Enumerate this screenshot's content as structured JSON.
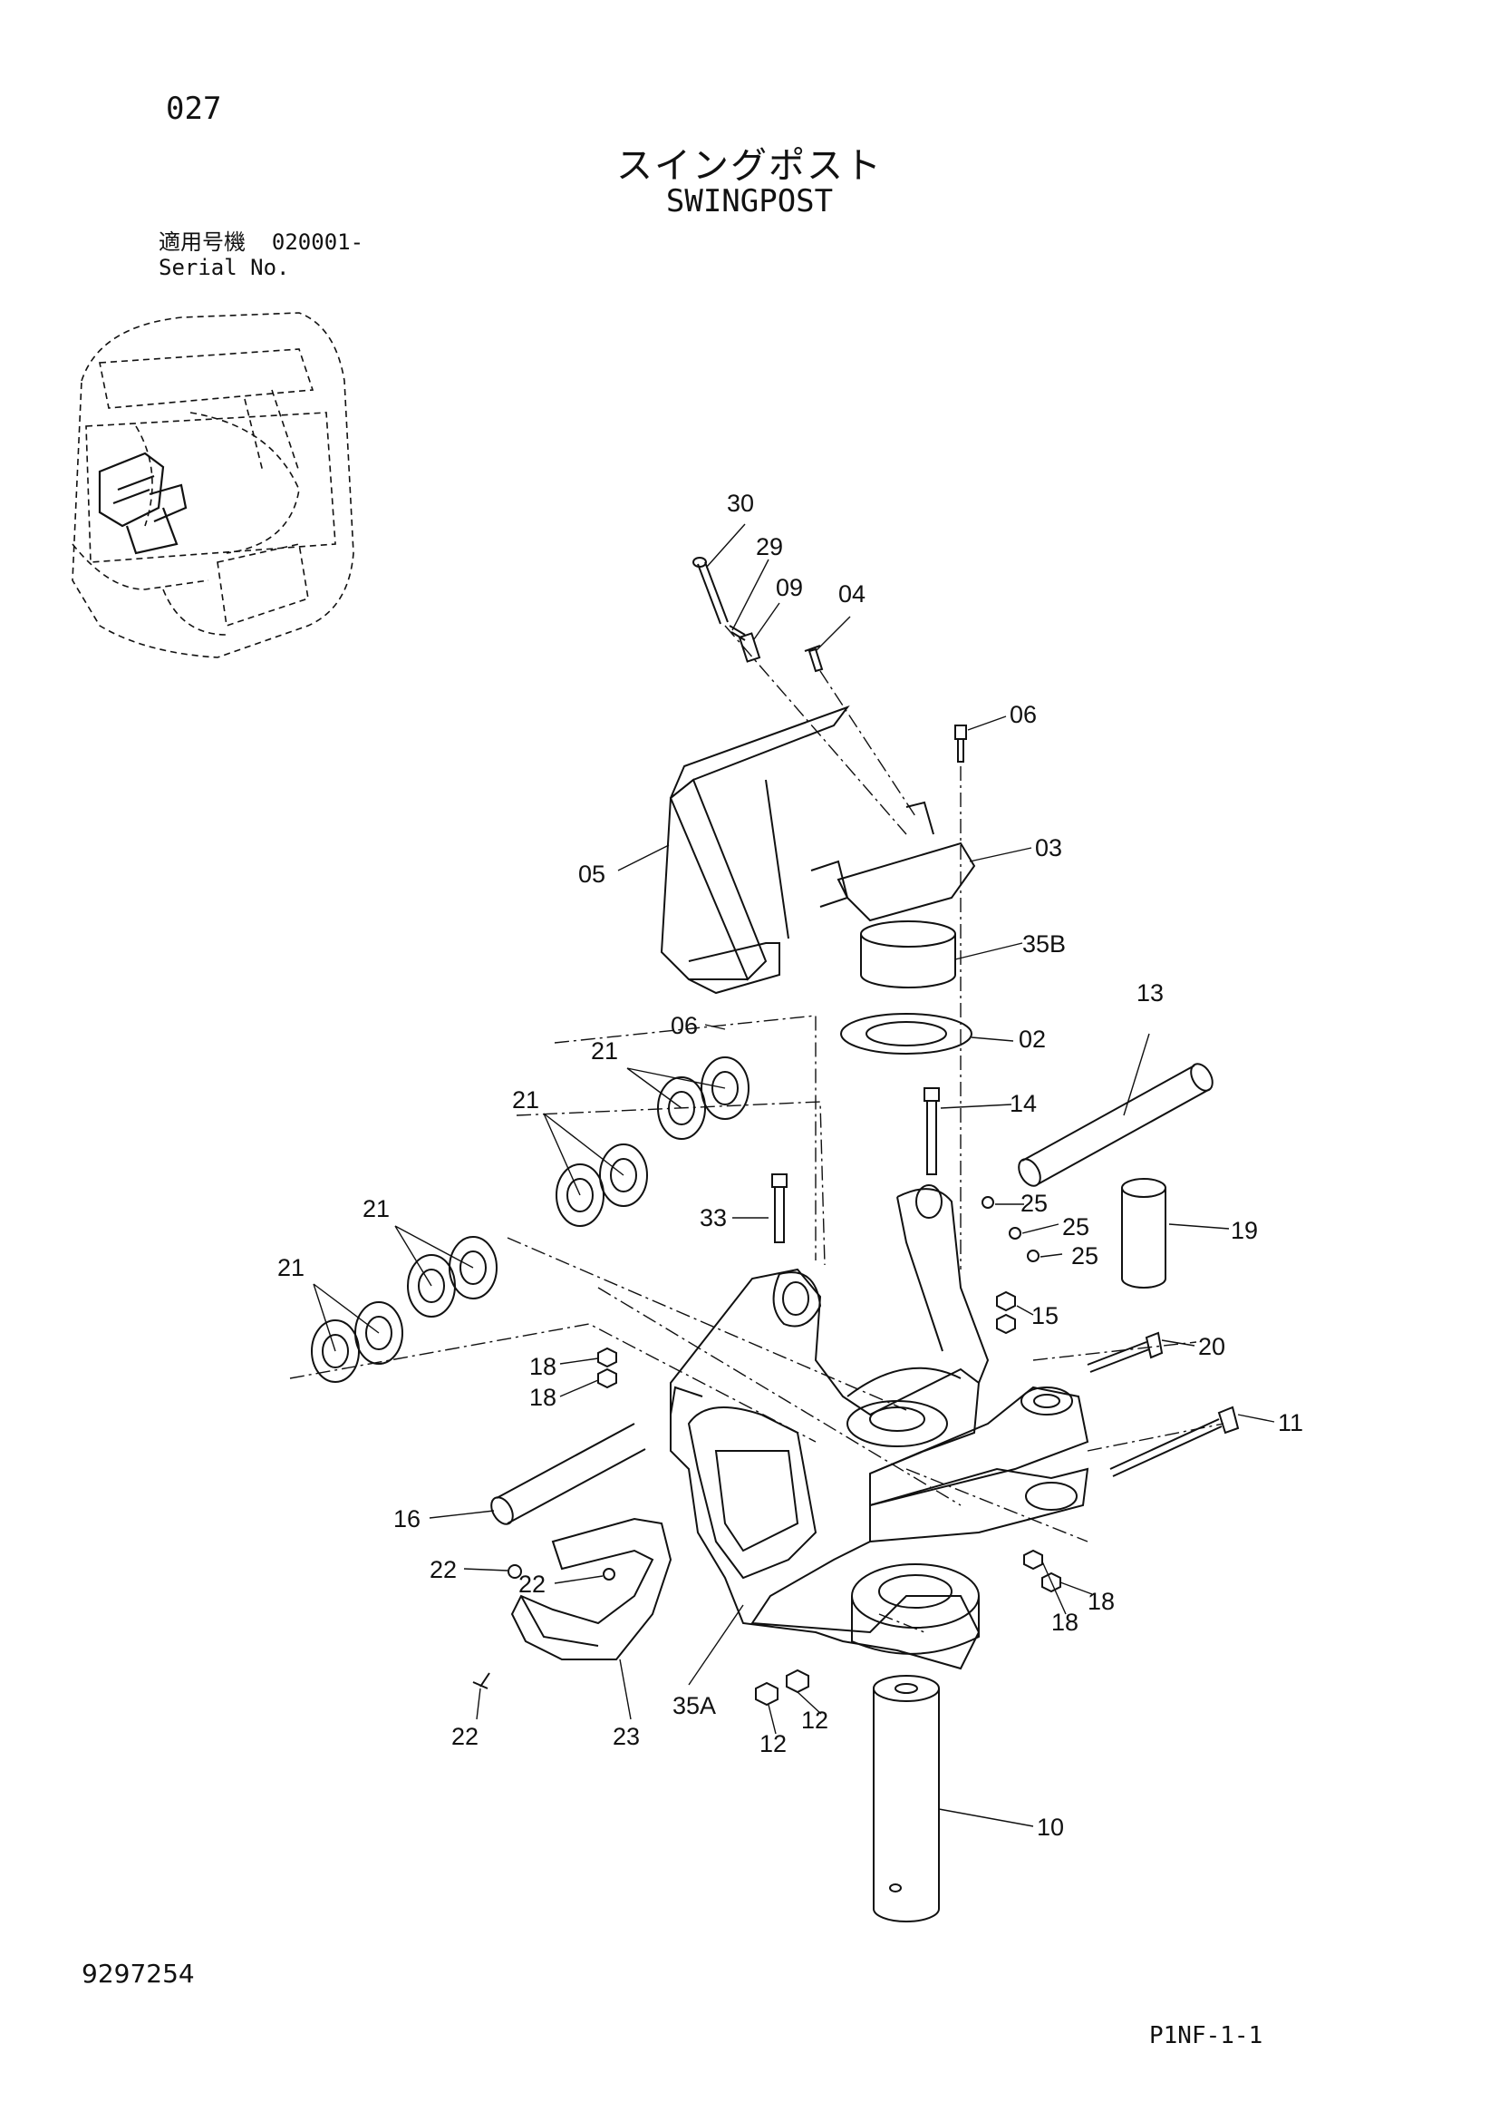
{
  "page_number": "027",
  "title_jp": "スイングポスト",
  "title_en": "SWINGPOST",
  "serial": {
    "label_jp": "適用号機",
    "value": "020001-",
    "label_en": "Serial No."
  },
  "catalog_number": "9297254",
  "page_code": "P1NF-1-1",
  "callouts": [
    "30",
    "29",
    "09",
    "04",
    "06",
    "05",
    "03",
    "35B",
    "06",
    "02",
    "13",
    "21",
    "14",
    "21",
    "25",
    "33",
    "25",
    "19",
    "21",
    "25",
    "21",
    "15",
    "18",
    "20",
    "18",
    "11",
    "16",
    "22",
    "18",
    "22",
    "18",
    "35A",
    "12",
    "22",
    "23",
    "12",
    "10"
  ]
}
